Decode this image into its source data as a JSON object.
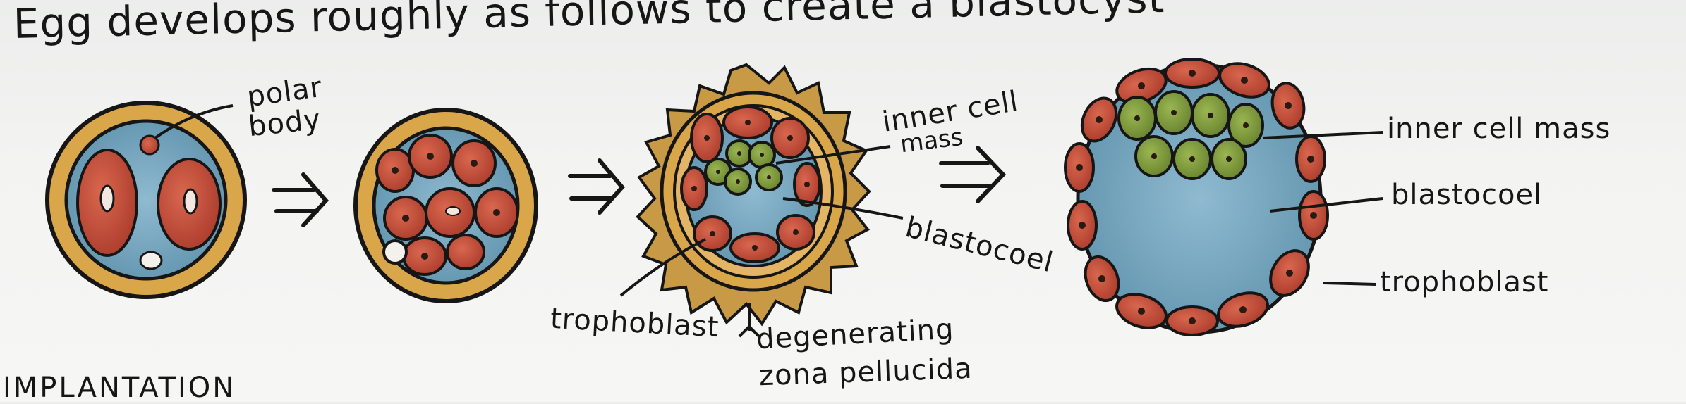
{
  "page": {
    "title": "Egg develops roughly as follows to create a blastocyst",
    "section_heading": "IMPLANTATION"
  },
  "stages": {
    "stage1": {
      "label_line1": "polar",
      "label_line2": "body"
    },
    "stage3": {
      "label_inner_line1": "inner cell",
      "label_inner_line2": "mass",
      "label_blastocoel": "blastocoel",
      "label_trophoblast": "trophoblast",
      "label_zona_line1": "degenerating",
      "label_zona_line2": "zona pellucida"
    },
    "stage4": {
      "label_inner": "inner cell mass",
      "label_blastocoel": "blastocoel",
      "label_trophoblast": "trophoblast"
    }
  },
  "colors": {
    "ink": "#161616",
    "zona": "#d9a64a",
    "zona_dark": "#b4842f",
    "fluid": "#6f9fb6",
    "cell": "#c8503a",
    "cell_dark": "#8f2f22",
    "icm": "#7d9a3a",
    "paper": "#f3f3f2"
  }
}
